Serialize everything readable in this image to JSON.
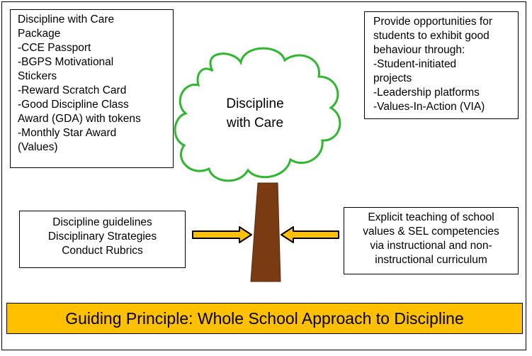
{
  "care_package": {
    "lines": [
      "Discipline with Care",
      "Package",
      "-CCE Passport",
      "-BGPS Motivational",
      "Stickers",
      "-Reward Scratch Card",
      "-Good Discipline Class",
      "Award (GDA) with tokens",
      "-Monthly Star Award",
      "(Values)"
    ]
  },
  "opportunities": {
    "lines": [
      "Provide opportunities for",
      "students to exhibit good",
      "behaviour through:",
      "-Student-initiated",
      "projects",
      "-Leadership platforms",
      "-Values-In-Action (VIA)"
    ]
  },
  "tree": {
    "label_lines": [
      "Discipline",
      "with Care"
    ],
    "canopy_color": "#2eb82e",
    "trunk_color": "#7a3b12"
  },
  "guidelines": {
    "lines": [
      "Discipline guidelines",
      "Disciplinary Strategies",
      "Conduct Rubrics"
    ]
  },
  "teaching": {
    "lines": [
      "Explicit teaching of school",
      "values & SEL competencies",
      "via instructional and non-",
      "instructional curriculum"
    ]
  },
  "arrows": {
    "color": "#ffc000"
  },
  "banner": {
    "text": "Guiding Principle: Whole School Approach to Discipline",
    "color": "#ffc000"
  }
}
